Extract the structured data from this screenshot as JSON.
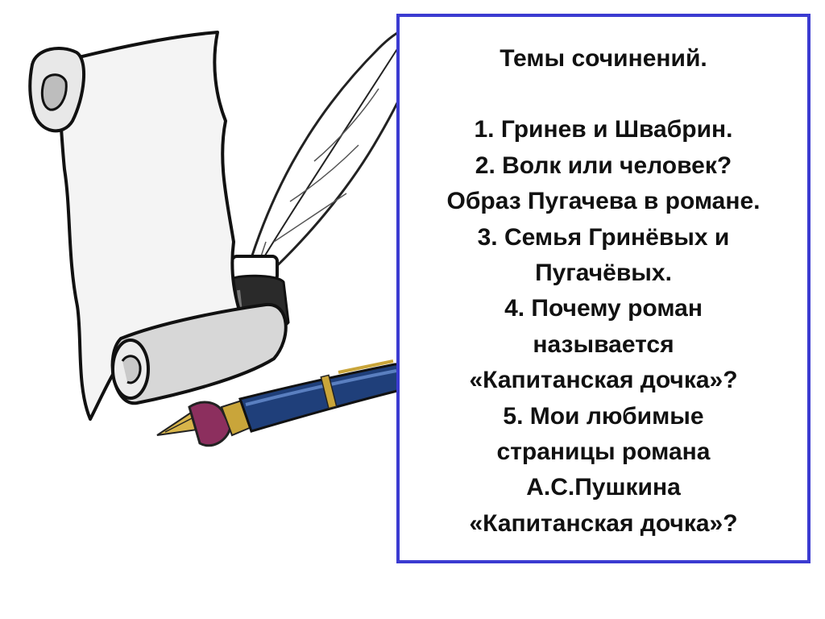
{
  "slide": {
    "title": "Темы сочинений.",
    "lines": [
      "1. Гринев и Швабрин.",
      "2. Волк или человек?",
      "Образ Пугачева в романе.",
      "3. Семья Гринёвых и",
      "Пугачёвых.",
      "4. Почему роман",
      "называется",
      "«Капитанская дочка»?",
      "5. Мои любимые",
      "страницы романа",
      "А.С.Пушкина",
      "«Капитанская дочка»?"
    ],
    "border_color": "#3b3bd1"
  },
  "clipart": {
    "items": [
      "scroll-illustration",
      "quill-feather-illustration",
      "inkwell-illustration",
      "fountain-pen-illustration"
    ]
  }
}
